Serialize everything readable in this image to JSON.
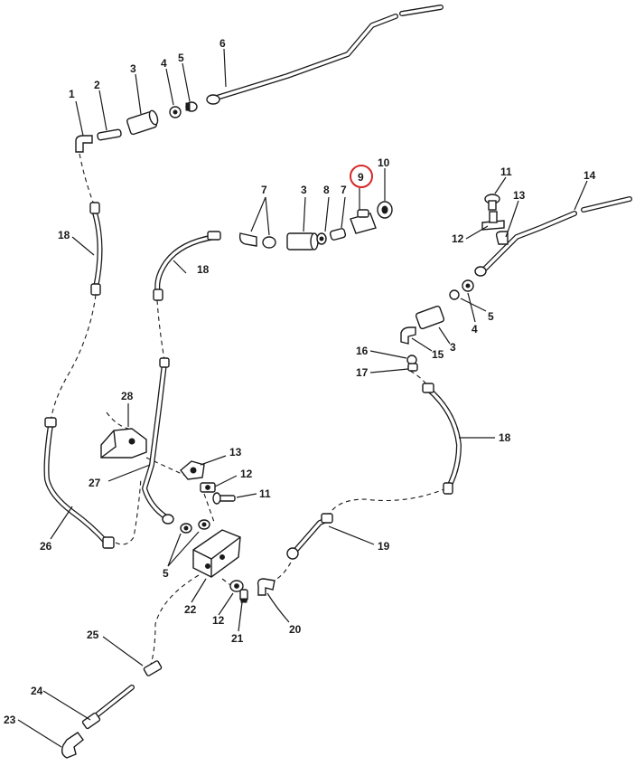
{
  "callouts": {
    "c1": "1",
    "c2": "2",
    "c3a": "3",
    "c4a": "4",
    "c5a": "5",
    "c6": "6",
    "c7a": "7",
    "c3b": "3",
    "c8": "8",
    "c7b": "7",
    "c9": "9",
    "c10": "10",
    "c11a": "11",
    "c12a": "12",
    "c13a": "13",
    "c14": "14",
    "c4b": "4",
    "c5b": "5",
    "c3c": "3",
    "c15": "15",
    "c16": "16",
    "c17": "17",
    "c18a": "18",
    "c18b": "18",
    "c18c": "18",
    "c28": "28",
    "c27": "27",
    "c13b": "13",
    "c12b": "12",
    "c11b": "11",
    "c26": "26",
    "c5c": "5",
    "c22": "22",
    "c12c": "12",
    "c21": "21",
    "c20": "20",
    "c19": "19",
    "c25": "25",
    "c24": "24",
    "c23": "23"
  },
  "highlight": {
    "callout": "9",
    "color": "#d62828"
  }
}
